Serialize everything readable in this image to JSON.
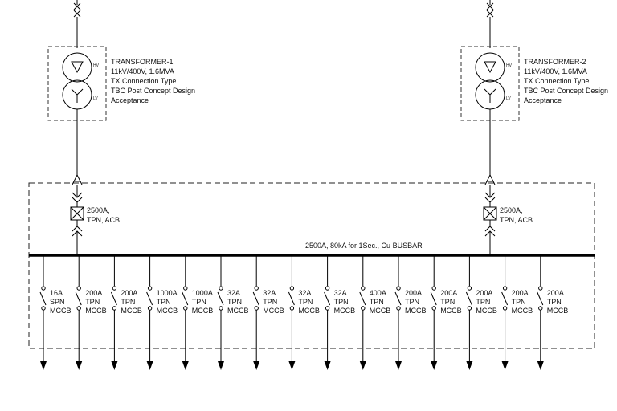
{
  "transformers": [
    {
      "name": "TRANSFORMER-1",
      "lines": [
        "TRANSFORMER-1",
        "11kV/400V, 1.6MVA",
        "TX Connection Type",
        "TBC Post Concept Design",
        "Acceptance"
      ],
      "hv_label": "HV",
      "lv_label": "LV",
      "breaker_lines": [
        "2500A,",
        "TPN, ACB"
      ]
    },
    {
      "name": "TRANSFORMER-2",
      "lines": [
        "TRANSFORMER-2",
        "11kV/400V, 1.6MVA",
        "TX Connection Type",
        "TBC Post Concept Design",
        "Acceptance"
      ],
      "hv_label": "HV",
      "lv_label": "LV",
      "breaker_lines": [
        "2500A,",
        "TPN, ACB"
      ]
    }
  ],
  "busbar_label": "2500A, 80kA for 1Sec., Cu BUSBAR",
  "feeders": [
    [
      "16A",
      "SPN",
      "MCCB"
    ],
    [
      "200A",
      "TPN",
      "MCCB"
    ],
    [
      "200A",
      "TPN",
      "MCCB"
    ],
    [
      "1000A",
      "TPN",
      "MCCB"
    ],
    [
      "1000A",
      "TPN",
      "MCCB"
    ],
    [
      "32A",
      "TPN",
      "MCCB"
    ],
    [
      "32A",
      "TPN",
      "MCCB"
    ],
    [
      "32A",
      "TPN",
      "MCCB"
    ],
    [
      "32A",
      "TPN",
      "MCCB"
    ],
    [
      "400A",
      "TPN",
      "MCCB"
    ],
    [
      "200A",
      "TPN",
      "MCCB"
    ],
    [
      "200A",
      "TPN",
      "MCCB"
    ],
    [
      "200A",
      "TPN",
      "MCCB"
    ],
    [
      "200A",
      "TPN",
      "MCCB"
    ],
    [
      "200A",
      "TPN",
      "MCCB"
    ]
  ]
}
